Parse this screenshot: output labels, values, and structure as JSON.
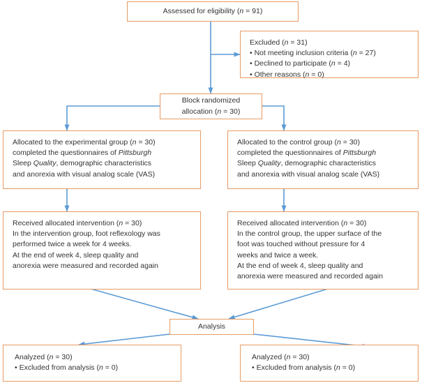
{
  "diagram": {
    "title": "CONSORT participant flow diagram",
    "type": "flowchart",
    "colors": {
      "box_border": "#e89a63",
      "arrow": "#5b9bd5",
      "text": "#333333",
      "background": "#ffffff"
    }
  },
  "nodes": {
    "enrollment": {
      "label": "Assessed for eligibility (n = 91)",
      "n": 91
    },
    "excluded": {
      "label": "Excluded (n = 31)\n• Not meeting inclusion criteria (n = 27)\n• Declined to participate (n = 4)\n• Other reasons (n = 0)",
      "n": 31,
      "reasons": [
        {
          "label": "Not meeting inclusion criteria",
          "n": 27
        },
        {
          "label": "Declined to participate",
          "n": 4
        },
        {
          "label": "Other reasons",
          "n": 0
        }
      ]
    },
    "randomization": {
      "label": "Block randomized\nallocation (n = 30)",
      "n": 30
    },
    "allocation_experimental": {
      "label": "Allocated to the experimental group (n = 30)\ncompleted the questionnaires of Pittsburgh\nSleep Quality, demographic characteristics\nand anorexia with visual analog scale (VAS)",
      "n": 30
    },
    "allocation_control": {
      "label": "Allocated to the control group (n = 30)\ncompleted the questionnaires of Pittsburgh\nSleep Quality, demographic characteristics\nand anorexia with visual analog scale (VAS)",
      "n": 30
    },
    "intervention_experimental": {
      "label": "Received allocated intervention (n = 30)\nIn the intervention group, foot reflexology was\nperformed twice a week for 4 weeks.\nAt the end of week 4, sleep quality and\nanorexia were measured and recorded again",
      "n": 30
    },
    "intervention_control": {
      "label": "Received allocated intervention (n = 30)\nIn the control group, the upper surface of the\nfoot was touched without pressure for 4\nweeks and twice a week.\nAt the end of week 4, sleep quality and\nanorexia were measured and recorded again",
      "n": 30
    },
    "analysis": {
      "label": "Analysis"
    },
    "analyzed_experimental": {
      "label": "Analyzed (n = 30)\n• Excluded from analysis (n = 0)",
      "n": 30,
      "excluded_from_analysis": 0
    },
    "analyzed_control": {
      "label": "Analyzed (n = 30)\n• Excluded from analysis (n = 0)",
      "n": 30,
      "excluded_from_analysis": 0
    }
  }
}
